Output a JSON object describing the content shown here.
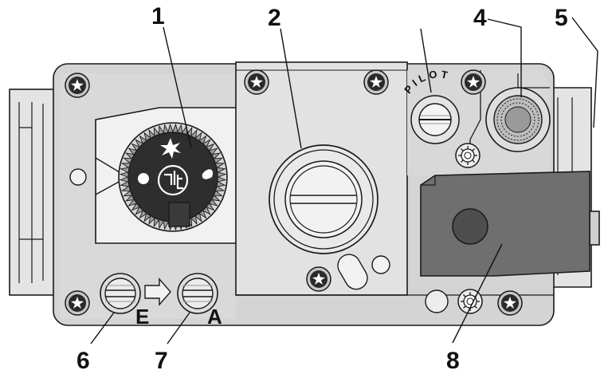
{
  "colors": {
    "body": "#d5d5d5",
    "body_light": "#e6e6e6",
    "plate": "#f0f0f0",
    "magnet": "#6e6e6e",
    "knob": "#2a2a2a",
    "outline": "#1a1a1a"
  },
  "callouts": [
    {
      "id": "1",
      "label": "1"
    },
    {
      "id": "2",
      "label": "2"
    },
    {
      "id": "4",
      "label": "4"
    },
    {
      "id": "5",
      "label": "5"
    },
    {
      "id": "6",
      "label": "6"
    },
    {
      "id": "7",
      "label": "7"
    },
    {
      "id": "8",
      "label": "8"
    }
  ],
  "port_labels": {
    "inlet": "E",
    "outlet": "A"
  },
  "pilot_label": "PILOT",
  "icons": [
    "flame-flash-icon",
    "ignition-dial-icon",
    "off-dot-icon",
    "pilot-flame-icon",
    "flow-arrow-icon"
  ]
}
